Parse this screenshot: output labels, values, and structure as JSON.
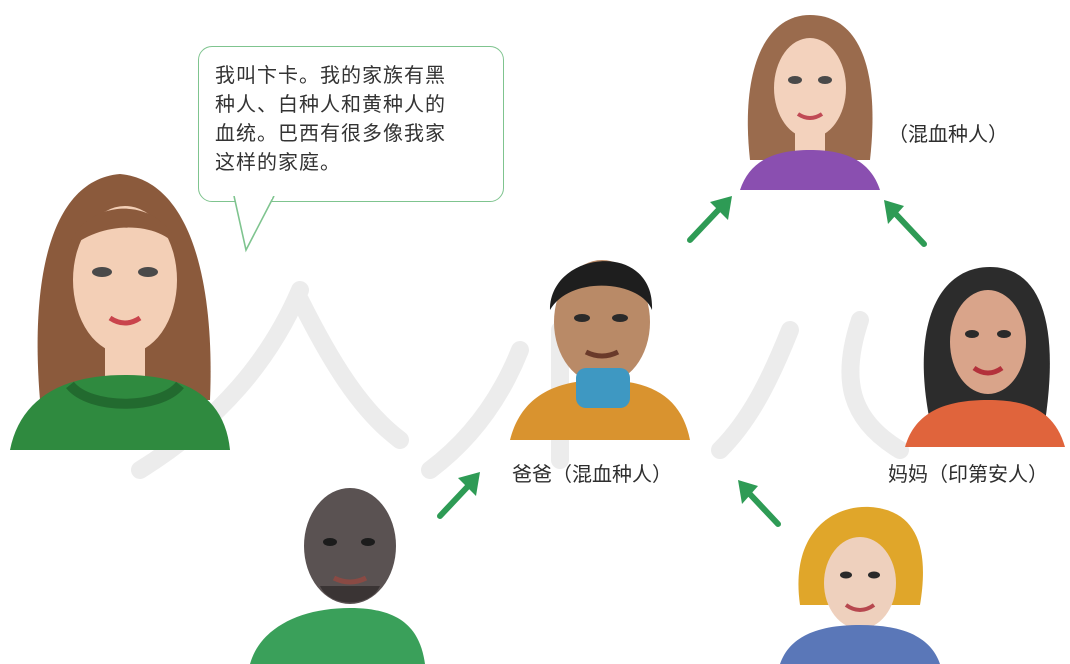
{
  "speech_bubble": {
    "lines": [
      "我叫卞卡。我的家族有黑",
      "种人、白种人和黄种人的",
      "血统。巴西有很多像我家",
      "这样的家庭。"
    ]
  },
  "labels": {
    "grandmother_top": "（混血种人）",
    "father": "爸爸（混血种人）",
    "mother": "妈妈（印第安人）"
  },
  "arrow_color": "#2e9b55",
  "icons": {
    "arrow": "arrow-up-right / arrow-up-left",
    "portraits": [
      "bianca-portrait",
      "grandmother-portrait",
      "father-portrait",
      "mother-portrait",
      "grandfather-portrait",
      "grandmother2-portrait"
    ]
  }
}
